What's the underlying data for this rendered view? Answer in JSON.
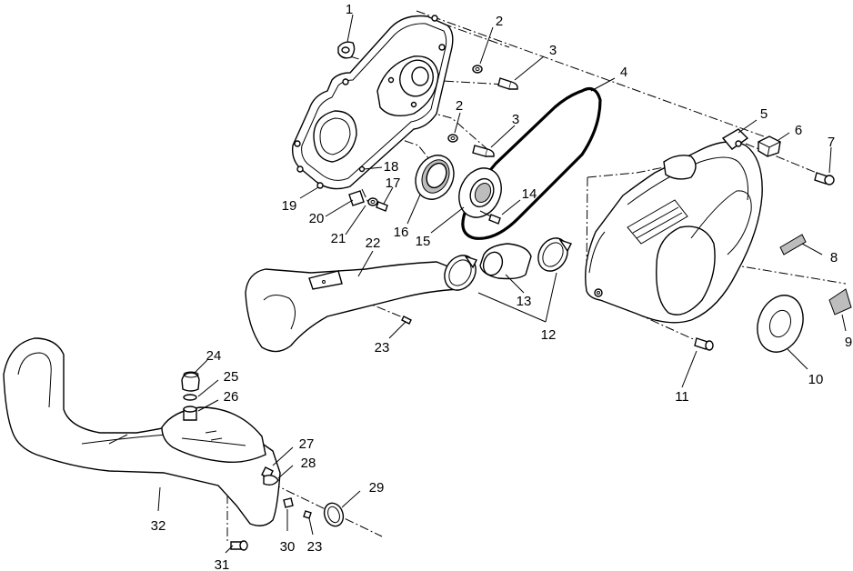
{
  "callouts": [
    "1",
    "2",
    "3",
    "4",
    "2",
    "3",
    "5",
    "6",
    "7",
    "18",
    "19",
    "20",
    "17",
    "21",
    "16",
    "15",
    "14",
    "22",
    "8",
    "13",
    "12",
    "9",
    "23",
    "10",
    "11",
    "24",
    "25",
    "26",
    "27",
    "28",
    "29",
    "32",
    "30",
    "23",
    "31"
  ]
}
